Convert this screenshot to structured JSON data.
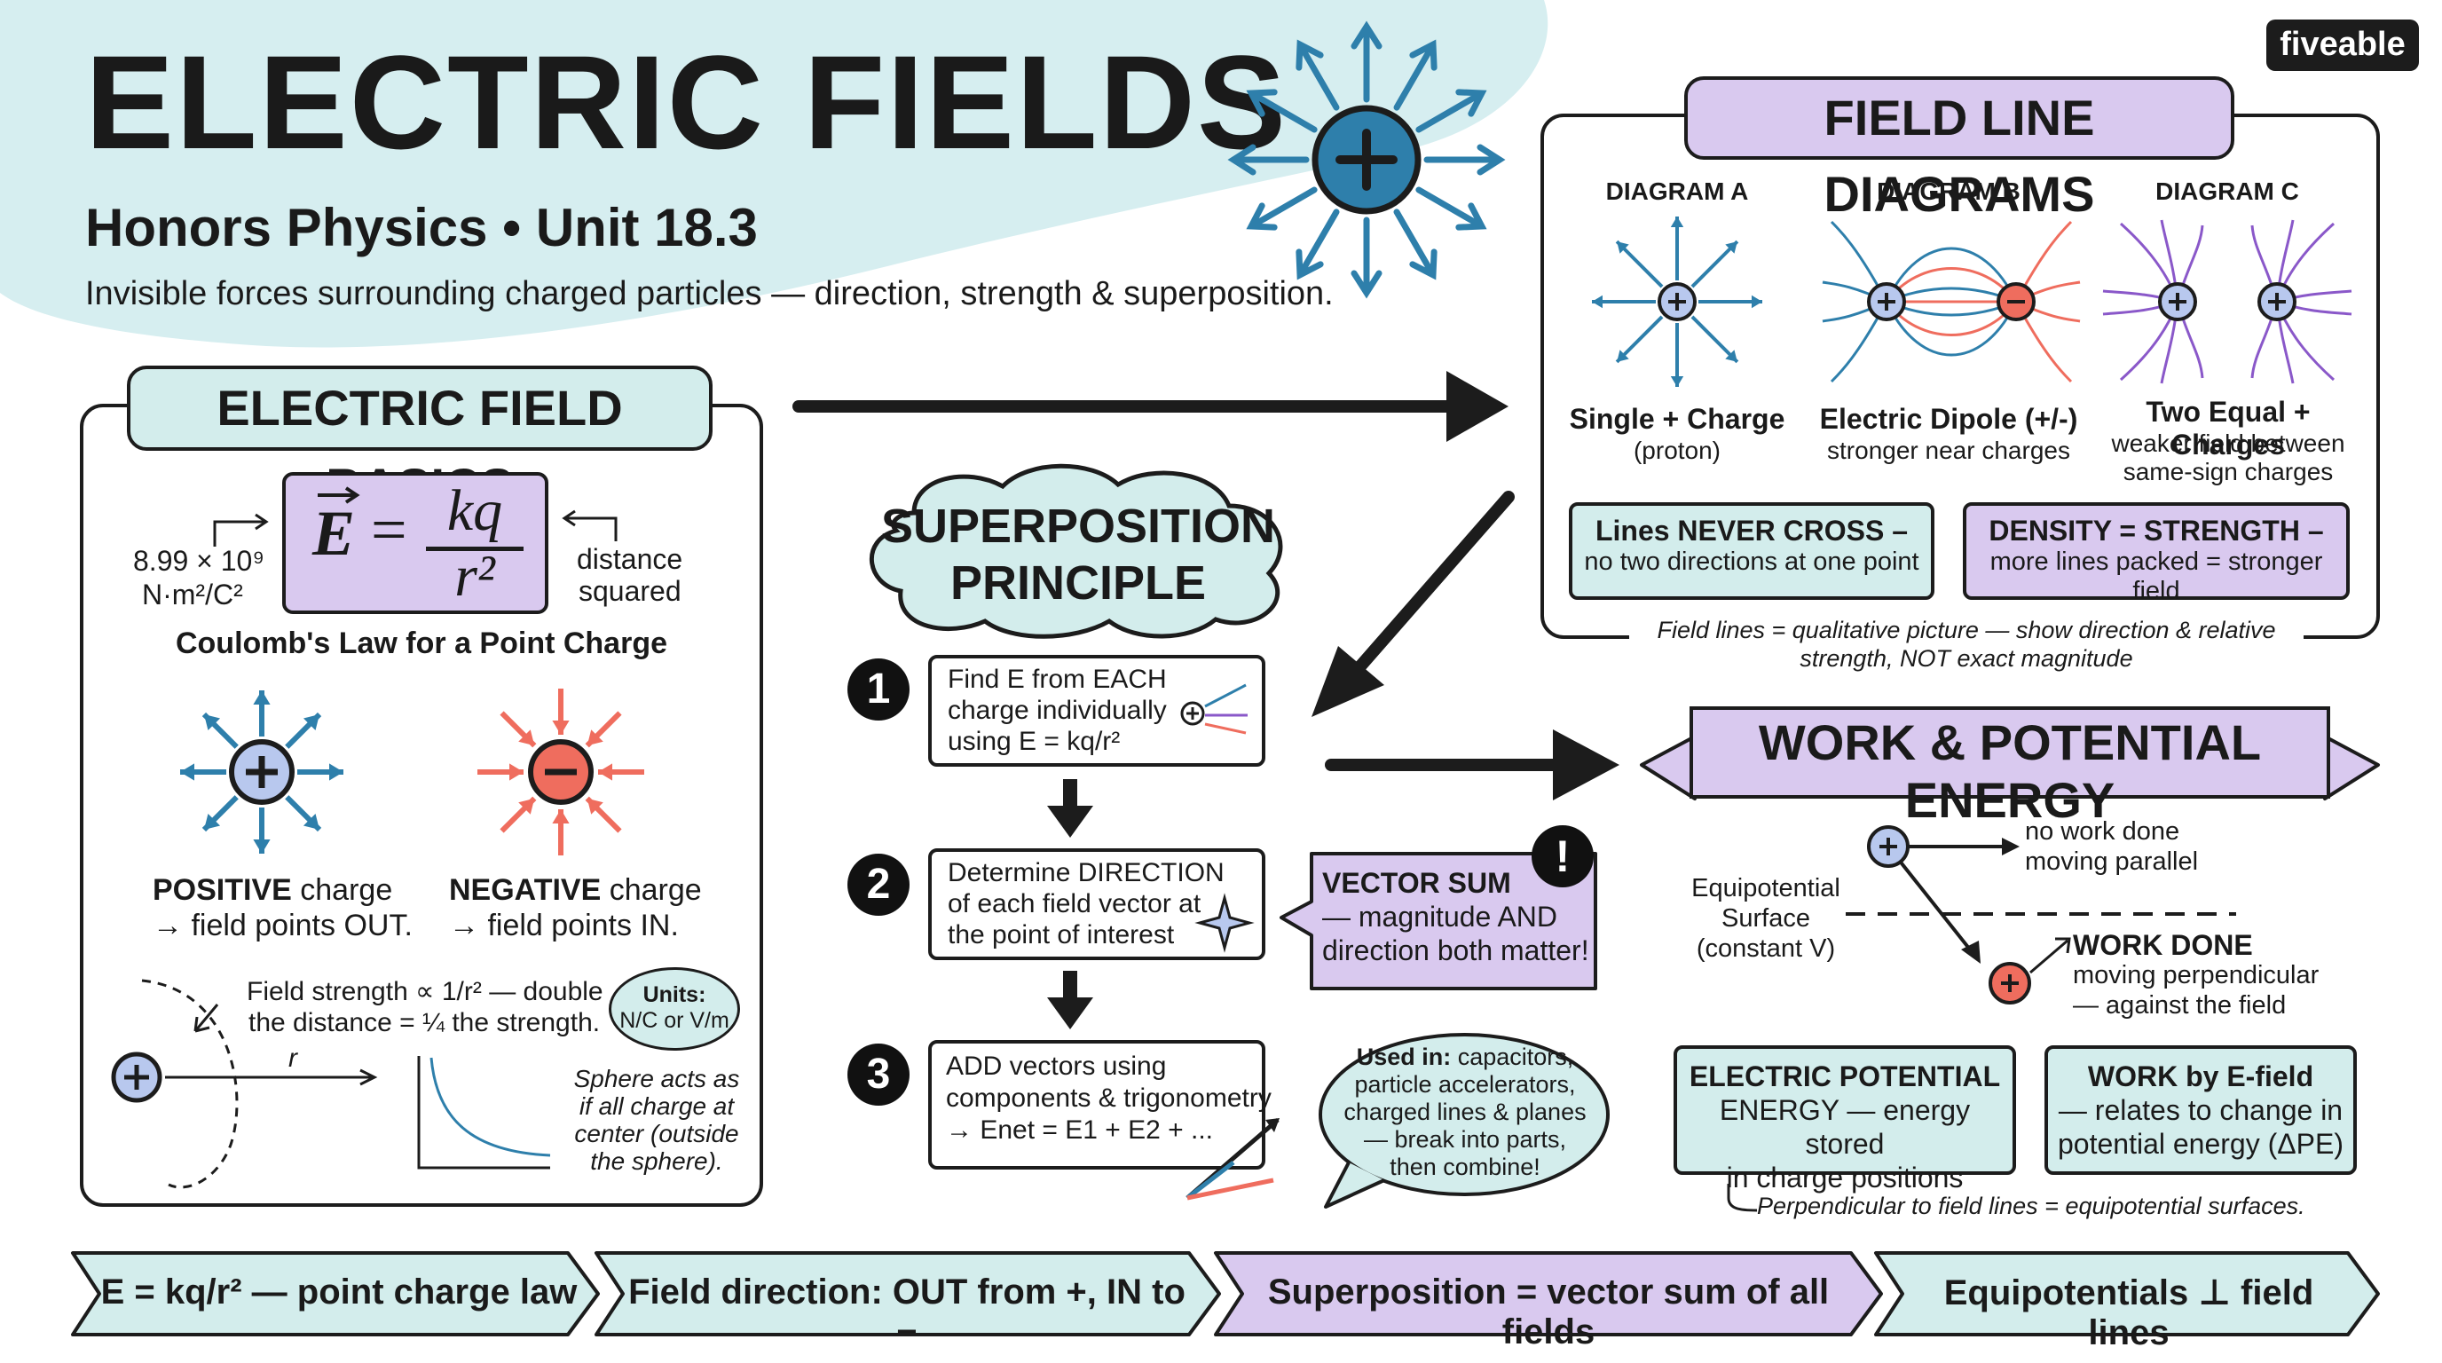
{
  "brand": "fiveable",
  "header": {
    "title": "ELECTRIC FIELDS",
    "subtitle": "Honors Physics • Unit 18.3",
    "tagline": "Invisible forces surrounding charged particles — direction, strength & superposition."
  },
  "basics": {
    "heading": "ELECTRIC FIELD BASICS",
    "formula_lhs": "E",
    "formula_num": "kq",
    "formula_den": "r²",
    "k_value": "8.99 × 10⁹",
    "k_units": "N·m²/C²",
    "r_note_1": "distance",
    "r_note_2": "squared",
    "law_caption": "Coulomb's Law for a Point Charge",
    "positive_line1_bold": "POSITIVE",
    "positive_line1_rest": " charge",
    "positive_line2": "→ field points OUT.",
    "negative_line1_bold": "NEGATIVE",
    "negative_line1_rest": " charge",
    "negative_line2": "→ field points IN.",
    "strength_note_1": "Field strength ∝ 1/r² — double",
    "strength_note_2": "the distance = ¼ the strength.",
    "units_label": "Units:",
    "units_value": "N/C or V/m",
    "r_label": "r",
    "sphere_1": "Sphere acts as",
    "sphere_2": "if all charge at",
    "sphere_3": "center (outside",
    "sphere_4": "the sphere)."
  },
  "superposition": {
    "heading_1": "SUPERPOSITION",
    "heading_2": "PRINCIPLE",
    "step1_num": "1",
    "step1_a": "Find E from EACH",
    "step1_b": "charge individually",
    "step1_c": "using E = kq/r²",
    "step2_num": "2",
    "step2_a": "Determine DIRECTION",
    "step2_b": "of each field vector at",
    "step2_c": "the point of interest",
    "step3_num": "3",
    "step3_a": "ADD vectors using",
    "step3_b": "components & trigonometry",
    "step3_c": "→ Enet = E1 + E2 + ...",
    "vector_sum_title": "VECTOR SUM",
    "vector_sum_1": "— magnitude AND",
    "vector_sum_2": "direction both matter!",
    "alert_symbol": "!",
    "used_in_bold": "Used in:",
    "used_in_1": " capacitors,",
    "used_in_2": "particle accelerators,",
    "used_in_3": "charged lines & planes",
    "used_in_4": "— break into parts,",
    "used_in_5": "then combine!"
  },
  "field_lines": {
    "heading": "FIELD LINE DIAGRAMS",
    "diagrams": [
      {
        "label": "DIAGRAM A",
        "title": "Single + Charge",
        "desc": "(proton)"
      },
      {
        "label": "DIAGRAM B",
        "title": "Electric Dipole (+/-)",
        "desc": "stronger near charges"
      },
      {
        "label": "DIAGRAM C",
        "title": "Two Equal + Charges",
        "desc": "weaker field between same-sign charges"
      }
    ],
    "never_cross_title": "Lines NEVER CROSS –",
    "never_cross_desc": "no two directions at one point",
    "density_title": "DENSITY = STRENGTH –",
    "density_desc": "more lines packed = stronger field",
    "note_1": "Field lines = qualitative picture — show direction & relative",
    "note_2": "strength, NOT exact magnitude"
  },
  "work": {
    "heading": "WORK & POTENTIAL ENERGY",
    "equip_1": "Equipotential",
    "equip_2": "Surface",
    "equip_3": "(constant V)",
    "no_work_1": "no work done",
    "no_work_2": "moving parallel",
    "work_done_title": "WORK DONE",
    "work_done_1": "moving perpendicular",
    "work_done_2": "— against the field",
    "epe_1": "ELECTRIC POTENTIAL",
    "epe_2": "ENERGY — energy stored",
    "epe_3": "in charge positions",
    "wbe_1": "WORK by E-field",
    "wbe_2": "— relates to change in",
    "wbe_3": "potential energy (ΔPE)",
    "perp_note": "Perpendicular to field lines = equipotential surfaces."
  },
  "footer": [
    "E = kq/r² — point charge law",
    "Field direction: OUT from +, IN to −",
    "Superposition = vector sum of all fields",
    "Equipotentials ⊥ field lines"
  ],
  "colors": {
    "teal": "#d3edec",
    "lavender": "#d9c9ef",
    "blue": "#2e7fab",
    "red": "#ef6d5e",
    "purple": "#8a58c9",
    "blob": "#d6eef0"
  }
}
